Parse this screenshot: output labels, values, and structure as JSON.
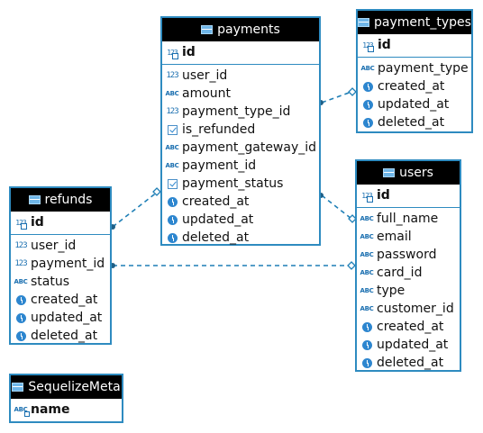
{
  "entities": {
    "payments": {
      "title": "payments",
      "pk": [
        {
          "name": "id",
          "type": "number-key"
        }
      ],
      "columns": [
        {
          "name": "user_id",
          "type": "number"
        },
        {
          "name": "amount",
          "type": "string"
        },
        {
          "name": "payment_type_id",
          "type": "number"
        },
        {
          "name": "is_refunded",
          "type": "boolean"
        },
        {
          "name": "payment_gateway_id",
          "type": "string"
        },
        {
          "name": "payment_id",
          "type": "string"
        },
        {
          "name": "payment_status",
          "type": "boolean"
        },
        {
          "name": "created_at",
          "type": "datetime"
        },
        {
          "name": "updated_at",
          "type": "datetime"
        },
        {
          "name": "deleted_at",
          "type": "datetime"
        }
      ]
    },
    "payment_types": {
      "title": "payment_types",
      "pk": [
        {
          "name": "id",
          "type": "number-key"
        }
      ],
      "columns": [
        {
          "name": "payment_type",
          "type": "string"
        },
        {
          "name": "created_at",
          "type": "datetime"
        },
        {
          "name": "updated_at",
          "type": "datetime"
        },
        {
          "name": "deleted_at",
          "type": "datetime"
        }
      ]
    },
    "refunds": {
      "title": "refunds",
      "pk": [
        {
          "name": "id",
          "type": "number-key"
        }
      ],
      "columns": [
        {
          "name": "user_id",
          "type": "number"
        },
        {
          "name": "payment_id",
          "type": "number"
        },
        {
          "name": "status",
          "type": "string"
        },
        {
          "name": "created_at",
          "type": "datetime"
        },
        {
          "name": "updated_at",
          "type": "datetime"
        },
        {
          "name": "deleted_at",
          "type": "datetime"
        }
      ]
    },
    "users": {
      "title": "users",
      "pk": [
        {
          "name": "id",
          "type": "number-key"
        }
      ],
      "columns": [
        {
          "name": "full_name",
          "type": "string"
        },
        {
          "name": "email",
          "type": "string"
        },
        {
          "name": "password",
          "type": "string"
        },
        {
          "name": "card_id",
          "type": "string"
        },
        {
          "name": "type",
          "type": "string"
        },
        {
          "name": "customer_id",
          "type": "string"
        },
        {
          "name": "created_at",
          "type": "datetime"
        },
        {
          "name": "updated_at",
          "type": "datetime"
        },
        {
          "name": "deleted_at",
          "type": "datetime"
        }
      ]
    },
    "SequelizeMeta": {
      "title": "SequelizeMeta",
      "pk": [
        {
          "name": "name",
          "type": "string-key"
        }
      ],
      "columns": []
    }
  },
  "relationships": [
    {
      "from": "payments",
      "to": "payment_types"
    },
    {
      "from": "payments",
      "to": "users"
    },
    {
      "from": "refunds",
      "to": "payments"
    },
    {
      "from": "refunds",
      "to": "users"
    }
  ],
  "colors": {
    "border": "#2e8bc0",
    "header_bg": "#000000",
    "header_text": "#ffffff",
    "link": "#1f7fb6",
    "icon": "#1a6fb0"
  },
  "icons": {
    "table": "table-icon",
    "number": "numeric-123-icon",
    "string": "abc-text-icon",
    "datetime": "clock-icon",
    "boolean": "checkbox-icon"
  }
}
